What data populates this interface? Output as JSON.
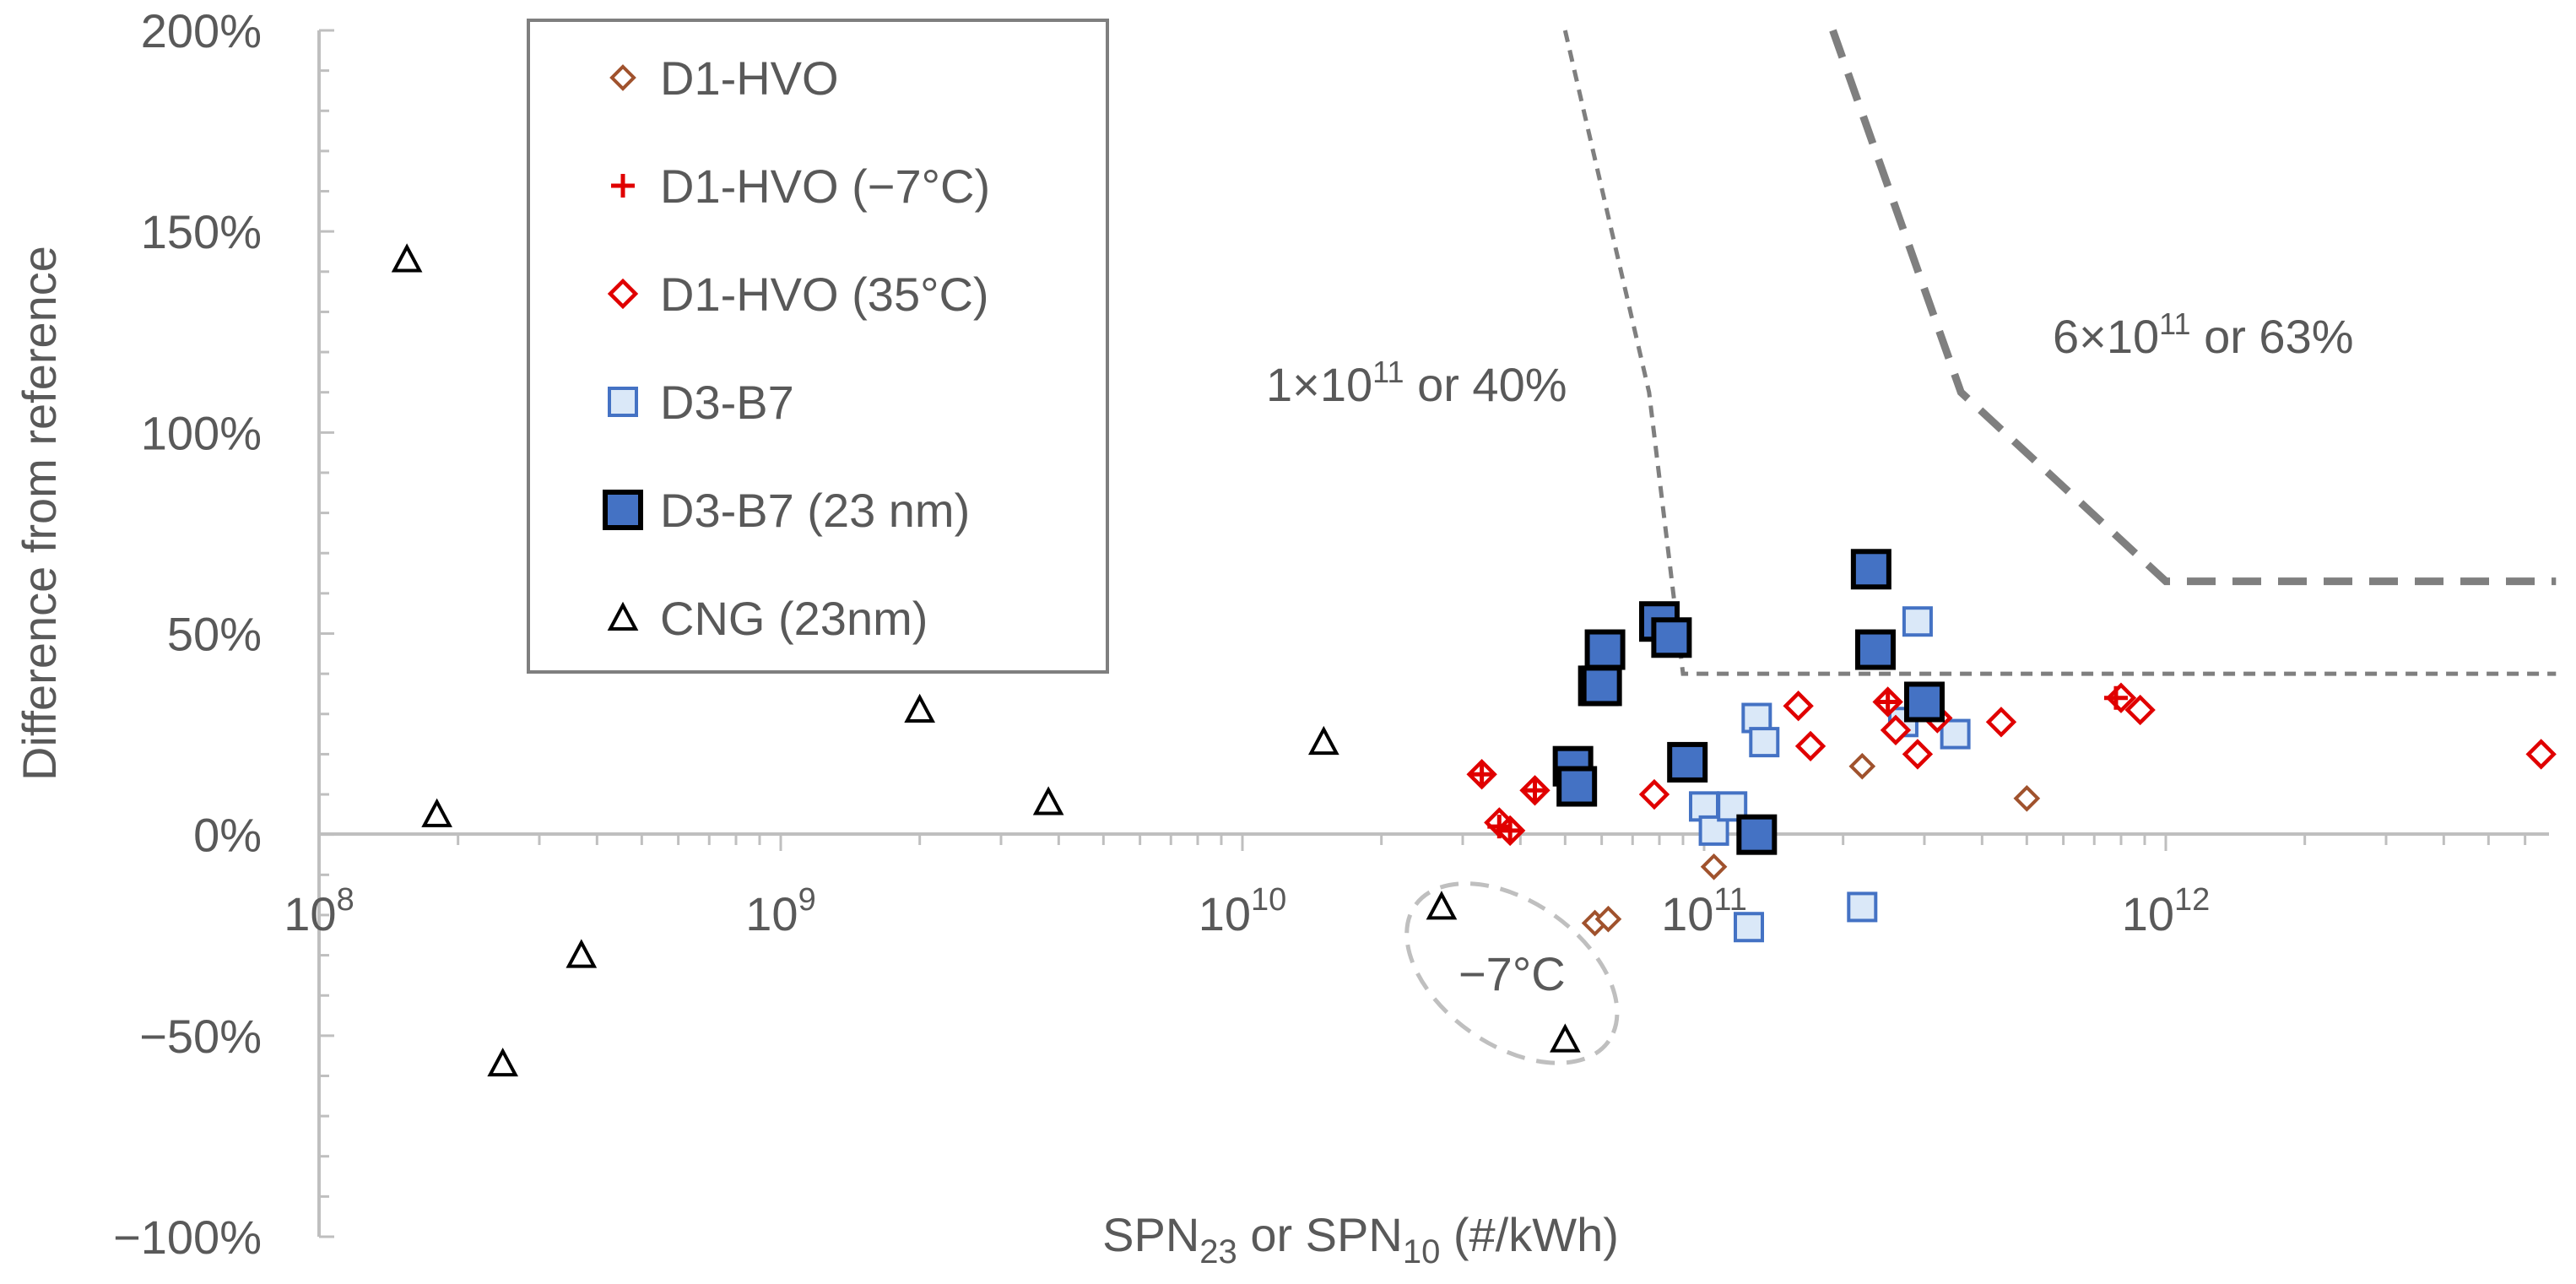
{
  "chart_data": {
    "type": "scatter",
    "title": "",
    "xlabel": {
      "base1": "SPN",
      "sub1": "23",
      "mid": " or SPN",
      "sub2": "10",
      "tail": " (#/kWh)"
    },
    "ylabel": "Difference from reference",
    "x_scale": "log",
    "xlim": [
      100000000.0,
      7000000000000.0
    ],
    "ylim": [
      -100,
      200
    ],
    "x_ticks": [
      {
        "value": 100000000.0,
        "base": "10",
        "exp": "8"
      },
      {
        "value": 1000000000.0,
        "base": "10",
        "exp": "9"
      },
      {
        "value": 10000000000.0,
        "base": "10",
        "exp": "10"
      },
      {
        "value": 100000000000.0,
        "base": "10",
        "exp": "11"
      },
      {
        "value": 1000000000000.0,
        "base": "10",
        "exp": "12"
      }
    ],
    "y_ticks": [
      {
        "value": 200,
        "label": "200%"
      },
      {
        "value": 150,
        "label": "150%"
      },
      {
        "value": 100,
        "label": "100%"
      },
      {
        "value": 50,
        "label": "50%"
      },
      {
        "value": 0,
        "label": "0%"
      },
      {
        "value": -50,
        "label": "−50%"
      },
      {
        "value": -100,
        "label": "−100%"
      }
    ],
    "grid": false,
    "legend_position": "top-left",
    "colors": {
      "axis": "#bfbfbf",
      "text": "#595959",
      "brown": "#a0522d",
      "red": "#e00000",
      "light_blue_fill": "#dae8f8",
      "light_blue_stroke": "#4472c4",
      "dark_blue_fill": "#4472c4",
      "limit_line": "#7f7f7f"
    },
    "series": [
      {
        "name": "D1-HVO",
        "marker": "diamond-open-brown",
        "points": [
          [
            58000000000.0,
            -22
          ],
          [
            62000000000.0,
            -21
          ],
          [
            105000000000.0,
            -8
          ],
          [
            220000000000.0,
            17
          ],
          [
            500000000000.0,
            9
          ]
        ]
      },
      {
        "name": "D1-HVO (−7°C)",
        "marker": "plus-red",
        "points": [
          [
            33000000000.0,
            15
          ],
          [
            36000000000.0,
            2
          ],
          [
            38000000000.0,
            1
          ],
          [
            43000000000.0,
            11
          ],
          [
            250000000000.0,
            33
          ],
          [
            780000000000.0,
            34
          ]
        ]
      },
      {
        "name": "D1-HVO (35°C)",
        "marker": "diamond-red",
        "points": [
          [
            33000000000.0,
            15
          ],
          [
            36000000000.0,
            3
          ],
          [
            38000000000.0,
            1
          ],
          [
            43000000000.0,
            11
          ],
          [
            78000000000.0,
            10
          ],
          [
            160000000000.0,
            32
          ],
          [
            170000000000.0,
            22
          ],
          [
            250000000000.0,
            33
          ],
          [
            260000000000.0,
            26
          ],
          [
            290000000000.0,
            20
          ],
          [
            320000000000.0,
            29
          ],
          [
            440000000000.0,
            28
          ],
          [
            800000000000.0,
            34
          ],
          [
            880000000000.0,
            31
          ],
          [
            6500000000000.0,
            20
          ]
        ]
      },
      {
        "name": "D3-B7",
        "marker": "square-light",
        "points": [
          [
            100000000000.0,
            7
          ],
          [
            105000000000.0,
            1
          ],
          [
            115000000000.0,
            7
          ],
          [
            125000000000.0,
            -23
          ],
          [
            130000000000.0,
            29
          ],
          [
            135000000000.0,
            23
          ],
          [
            220000000000.0,
            -18
          ],
          [
            270000000000.0,
            28
          ],
          [
            290000000000.0,
            53
          ],
          [
            350000000000.0,
            25
          ]
        ]
      },
      {
        "name": "D3-B7 (23 nm)",
        "marker": "square-dark",
        "points": [
          [
            52000000000.0,
            17
          ],
          [
            53000000000.0,
            12
          ],
          [
            59000000000.0,
            37
          ],
          [
            60000000000.0,
            37
          ],
          [
            61000000000.0,
            46
          ],
          [
            80000000000.0,
            53
          ],
          [
            85000000000.0,
            49
          ],
          [
            92000000000.0,
            18
          ],
          [
            130000000000.0,
            0
          ],
          [
            230000000000.0,
            66
          ],
          [
            235000000000.0,
            46
          ],
          [
            300000000000.0,
            33
          ]
        ]
      },
      {
        "name": "CNG (23nm)",
        "marker": "triangle-open",
        "points": [
          [
            155000000.0,
            143
          ],
          [
            180000000.0,
            5
          ],
          [
            250000000.0,
            -57
          ],
          [
            370000000.0,
            -30
          ],
          [
            2000000000.0,
            31
          ],
          [
            3800000000.0,
            8
          ],
          [
            15000000000.0,
            23
          ],
          [
            27000000000.0,
            -18
          ],
          [
            50000000000.0,
            -51
          ]
        ]
      }
    ],
    "limit_lines": [
      {
        "label": {
          "pre": "1×10",
          "exp": "11",
          "post": " or 40%"
        },
        "points": [
          [
            50000000000.0,
            200
          ],
          [
            76000000000.0,
            110
          ],
          [
            90000000000.0,
            40
          ],
          [
            7000000000000.0,
            40
          ]
        ]
      },
      {
        "label": {
          "pre": "6×10",
          "exp": "11",
          "post": " or 63%"
        },
        "points": [
          [
            190000000000.0,
            200
          ],
          [
            360000000000.0,
            110
          ],
          [
            1000000000000.0,
            63
          ],
          [
            7000000000000.0,
            63
          ]
        ]
      }
    ],
    "annotations": [
      {
        "text": "−7°C",
        "x": 40000000000.0,
        "y": -37
      }
    ]
  }
}
